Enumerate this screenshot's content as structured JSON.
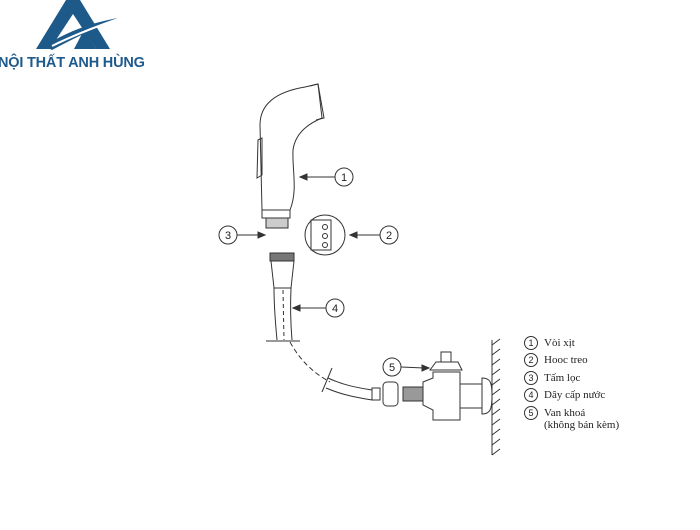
{
  "brand": {
    "name": "NỘI THẤT ANH HÙNG",
    "color": "#1e5a8c"
  },
  "diagram": {
    "callouts": [
      "1",
      "2",
      "3",
      "4",
      "5"
    ]
  },
  "legend": {
    "items": [
      {
        "num": "1",
        "label": "Vòi xịt"
      },
      {
        "num": "2",
        "label": "Hooc treo"
      },
      {
        "num": "3",
        "label": "Tấm lọc"
      },
      {
        "num": "4",
        "label": "Dây cấp nước"
      },
      {
        "num": "5",
        "label": "Van khoá",
        "note": "(không bán kèm)"
      }
    ]
  }
}
